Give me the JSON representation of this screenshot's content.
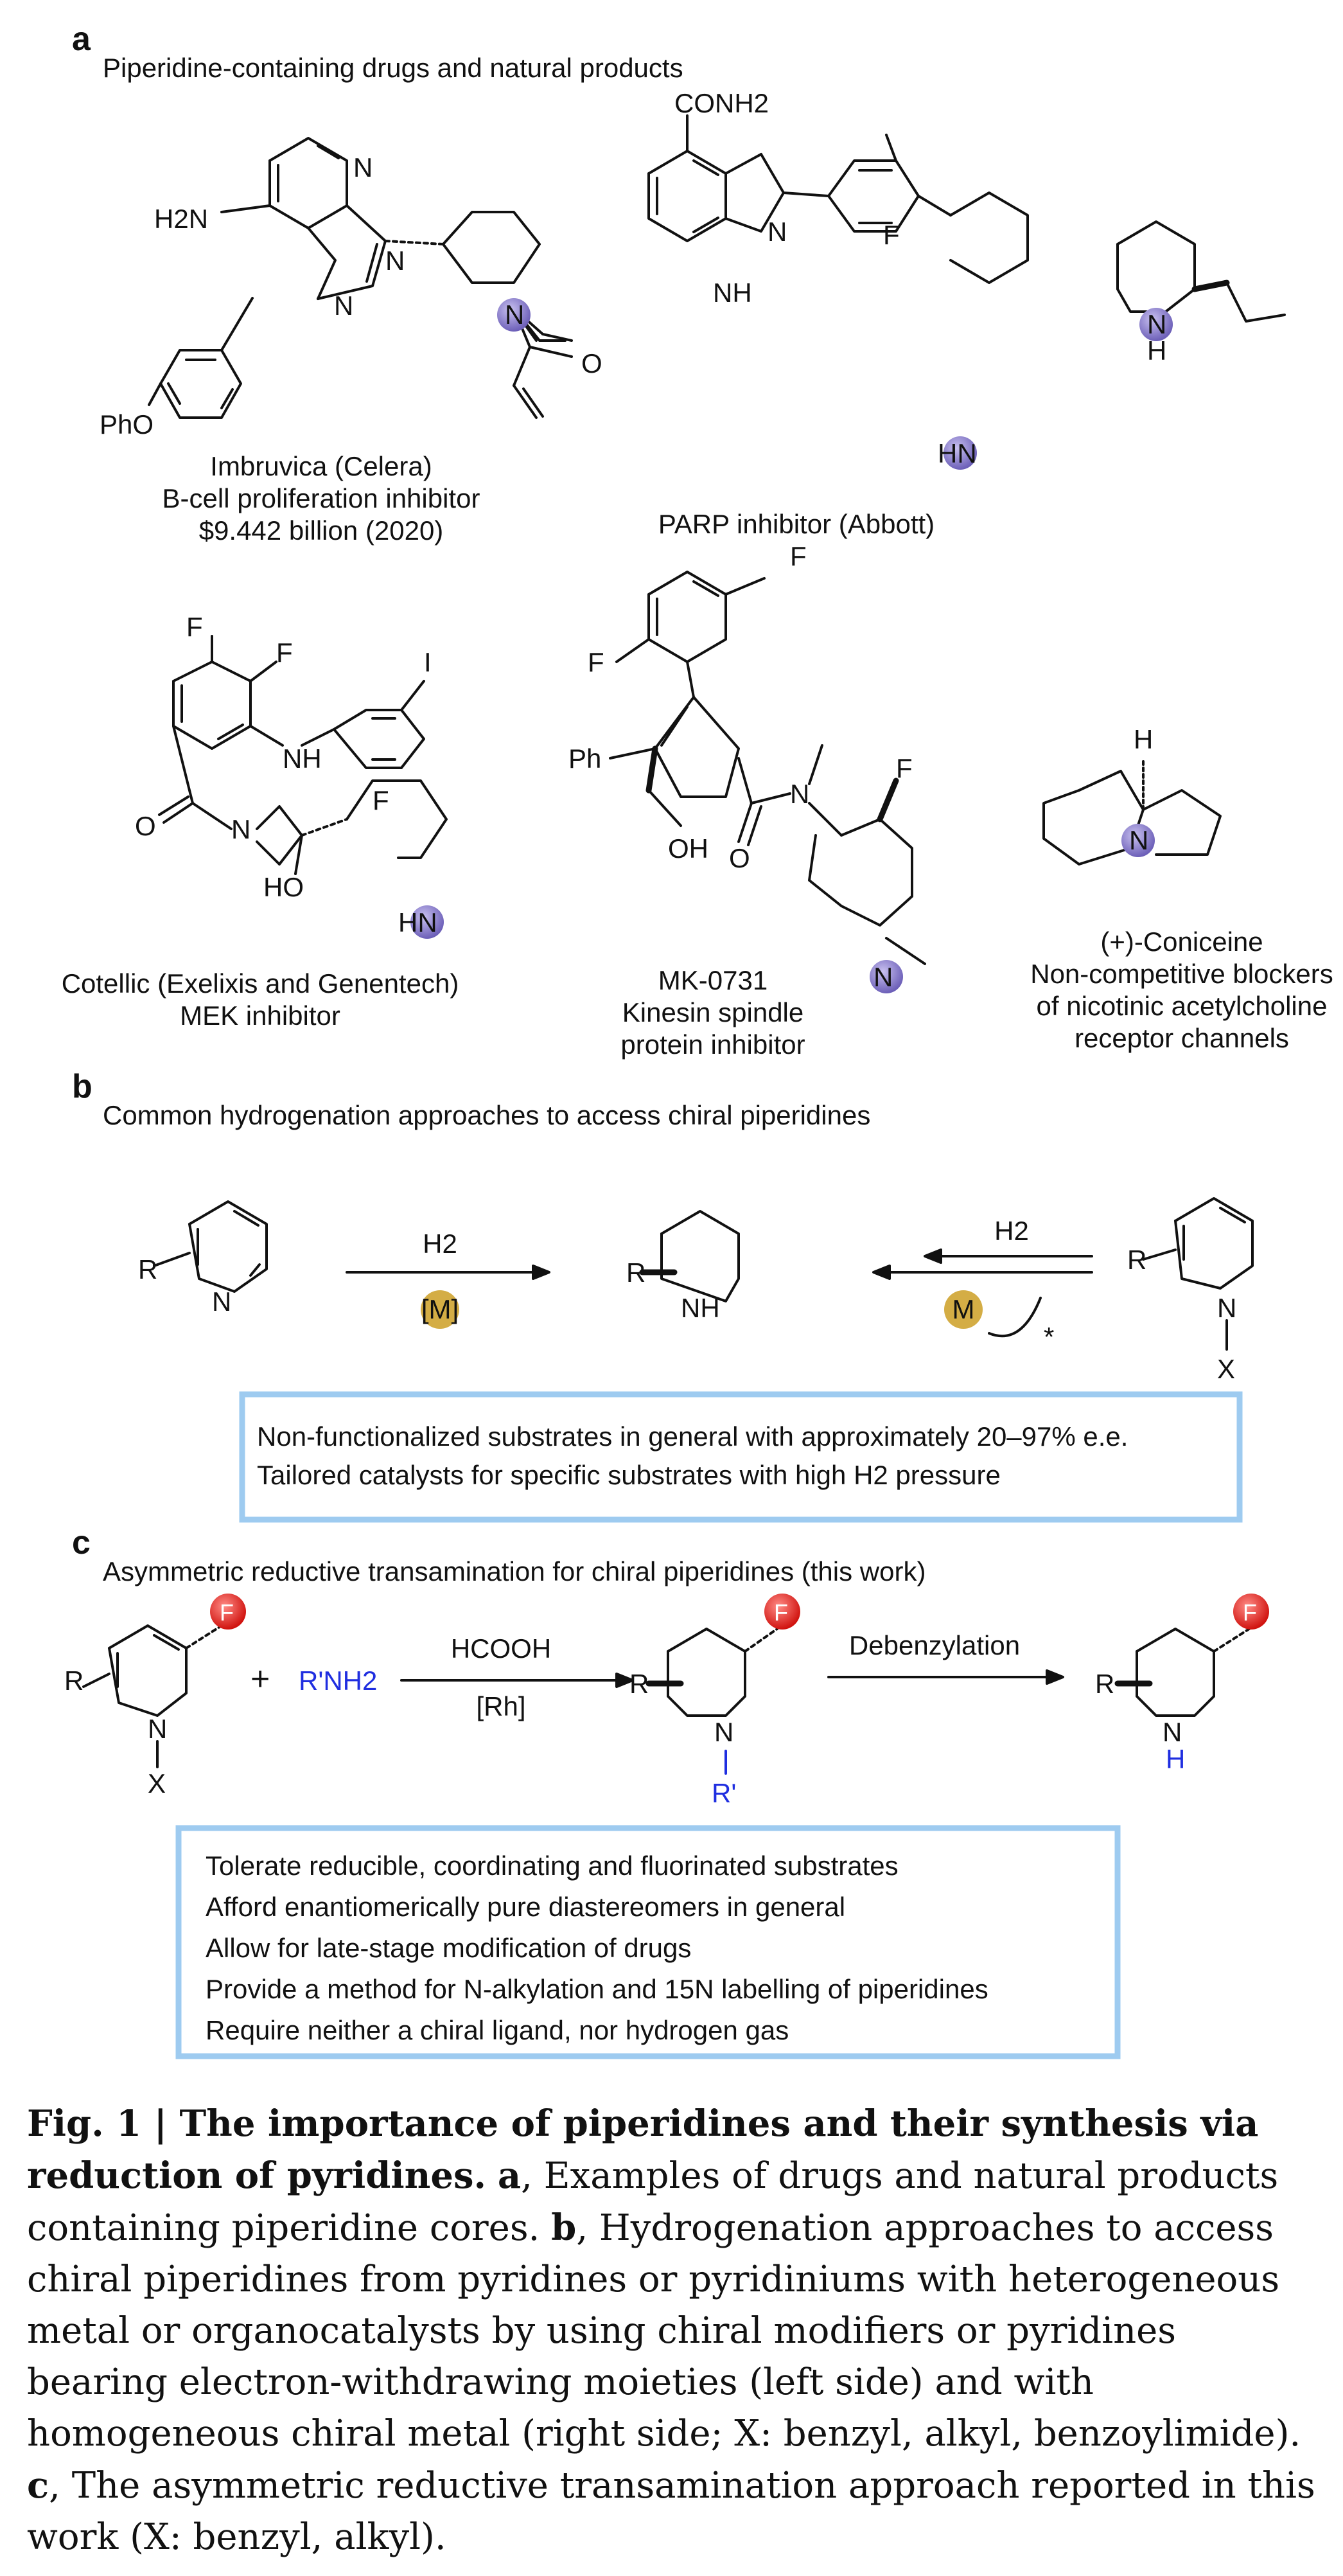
{
  "panel_a": {
    "letter": "a",
    "title": "Piperidine-containing drugs and natural products",
    "imbruvica": {
      "name": "Imbruvica (Celera)",
      "activity": "B-cell proliferation inhibitor",
      "sales": "$9.442 billion (2020)"
    },
    "parp": {
      "name": "PARP inhibitor (Abbott)"
    },
    "cotellic": {
      "name": "Cotellic (Exelixis and Genentech)",
      "activity": "MEK inhibitor"
    },
    "mk0731": {
      "name": "MK-0731",
      "line2": "Kinesin spindle",
      "line3": "protein inhibitor"
    },
    "coniceine": {
      "name": "(+)-Coniceine",
      "line2": "Non-competitive blockers",
      "line3": "of nicotinic acetylcholine",
      "line4": "receptor channels"
    },
    "atoms": {
      "nh2": "H2N",
      "conh2": "CONH2",
      "opH": "PhO",
      "ph": "Ph",
      "oh": "OH",
      "ho": "HO",
      "hn": "HN",
      "f": "F",
      "i": "I",
      "o": "O",
      "n": "N",
      "h": "H",
      "nh": "NH"
    }
  },
  "panel_b": {
    "letter": "b",
    "title": "Common hydrogenation approaches to access chiral piperidines",
    "left_reagent": "H2",
    "left_catalyst": "[M]",
    "right_reagent": "H2",
    "right_catalyst": "M",
    "star": "*",
    "box_line1": "Non-functionalized substrates in general with approximately 20–97% e.e.",
    "box_line2": "Tailored catalysts for specific substrates with high H2 pressure"
  },
  "panel_c": {
    "letter": "c",
    "title": "Asymmetric reductive transamination for chiral piperidines (this work)",
    "plus": "+",
    "amine": "R'NH2",
    "reagent_top": "HCOOH",
    "reagent_bottom": "[Rh]",
    "step2": "Debenzylation",
    "r_prime": "R'",
    "box_lines": [
      "Tolerate reducible, coordinating and fluorinated substrates",
      "Afford enantiomerically pure diastereomers in general",
      "Allow for late-stage modification of drugs",
      "Provide a method for N-alkylation and 15N labelling of piperidines",
      "Require neither a chiral ligand, nor hydrogen gas"
    ]
  },
  "caption": {
    "fig_label": "Fig. 1 | The importance of piperidines and their synthesis via reduction of pyridines.",
    "a_letter": "a",
    "a_text": ", Examples of drugs and natural products containing piperidine cores.",
    "b_letter": "b",
    "b_text": ", Hydrogenation approaches to access chiral piperidines from pyridines or pyridiniums with heterogeneous metal or organocatalysts by using chiral modifiers or pyridines bearing electron-withdrawing moieties (left side) and with homogeneous chiral metal (right side; X: benzyl, alkyl, benzoylimide).",
    "c_letter": "c",
    "c_text": ", The asymmetric reductive transamination approach reported in this work (X: benzyl, alkyl)."
  },
  "colors": {
    "n_highlight": "#8a7fc9",
    "metal": "#d4ad45",
    "fluorine": "#e0231f",
    "box_border": "#9ecbf0",
    "amine_blue": "#1f2ee0"
  }
}
